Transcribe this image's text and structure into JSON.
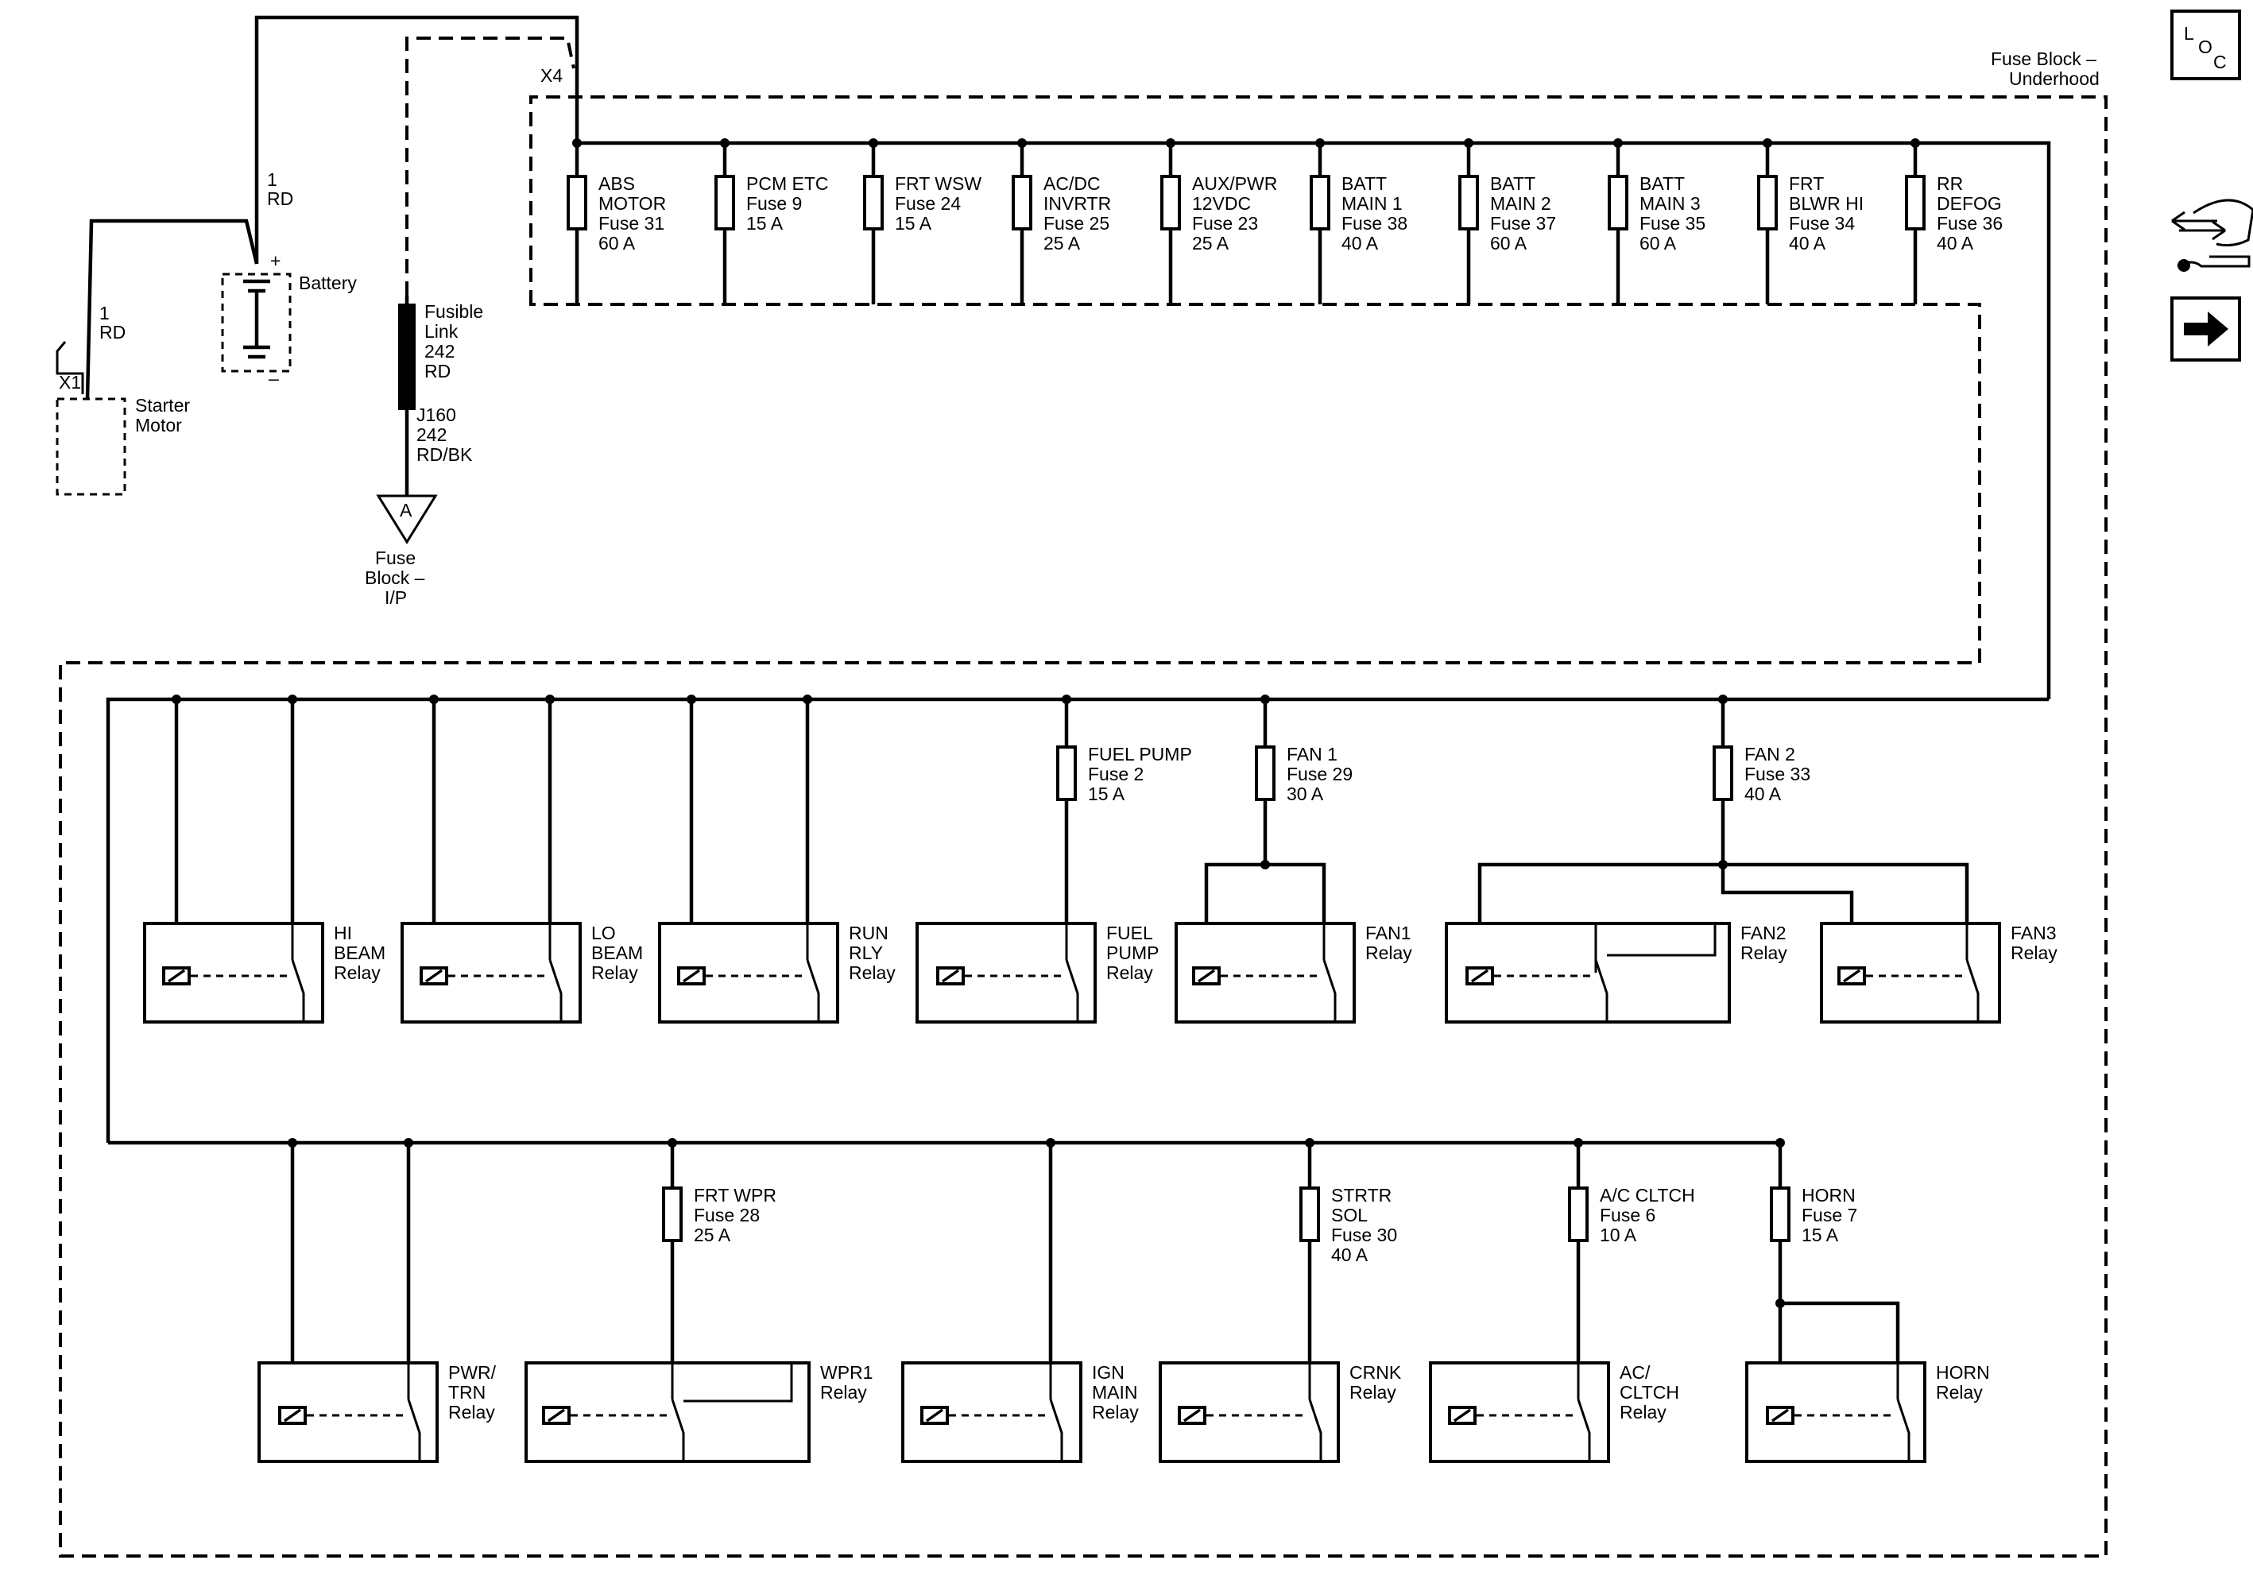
{
  "nav": {
    "loc_l": "L",
    "loc_o": "O",
    "loc_c": "C"
  },
  "labels": {
    "fuse_block_underhood": [
      "Fuse Block –",
      "Underhood"
    ],
    "x4": "X4",
    "x1": "X1",
    "battery": "Battery",
    "battery_plus": "+",
    "battery_minus": "–",
    "starter_motor": [
      "Starter",
      "Motor"
    ],
    "wire_battery": [
      "1",
      "RD"
    ],
    "wire_starter": [
      "1",
      "RD"
    ],
    "fusible_link": [
      "Fusible",
      "Link",
      "242",
      "RD"
    ],
    "splice_j160": [
      "J160",
      "242",
      "RD/BK"
    ],
    "connector_a": "A",
    "fuse_block_ip": [
      "Fuse",
      "Block –",
      "I/P"
    ]
  },
  "top_fuses": [
    {
      "lines": [
        "ABS",
        "MOTOR",
        "Fuse 31",
        "60 A"
      ]
    },
    {
      "lines": [
        "PCM ETC",
        "Fuse 9",
        "15 A"
      ]
    },
    {
      "lines": [
        "FRT WSW",
        "Fuse 24",
        "15 A"
      ]
    },
    {
      "lines": [
        "AC/DC",
        "INVRTR",
        "Fuse 25",
        "25 A"
      ]
    },
    {
      "lines": [
        "AUX/PWR",
        "12VDC",
        "Fuse 23",
        "25 A"
      ]
    },
    {
      "lines": [
        "BATT",
        "MAIN 1",
        "Fuse 38",
        "40 A"
      ]
    },
    {
      "lines": [
        "BATT",
        "MAIN 2",
        "Fuse 37",
        "60 A"
      ]
    },
    {
      "lines": [
        "BATT",
        "MAIN 3",
        "Fuse 35",
        "60 A"
      ]
    },
    {
      "lines": [
        "FRT",
        "BLWR HI",
        "Fuse 34",
        "40 A"
      ]
    },
    {
      "lines": [
        "RR",
        "DEFOG",
        "Fuse 36",
        "40 A"
      ]
    }
  ],
  "mid_fuses": [
    {
      "lines": [
        "FUEL PUMP",
        "Fuse 2",
        "15 A"
      ]
    },
    {
      "lines": [
        "FAN 1",
        "Fuse 29",
        "30 A"
      ]
    },
    {
      "lines": [
        "FAN 2",
        "Fuse 33",
        "40 A"
      ]
    }
  ],
  "mid_relays": [
    {
      "lines": [
        "HI",
        "BEAM",
        "Relay"
      ]
    },
    {
      "lines": [
        "LO",
        "BEAM",
        "Relay"
      ]
    },
    {
      "lines": [
        "RUN",
        "RLY",
        "Relay"
      ]
    },
    {
      "lines": [
        "FUEL",
        "PUMP",
        "Relay"
      ]
    },
    {
      "lines": [
        "FAN1",
        "Relay"
      ]
    },
    {
      "lines": [
        "FAN2",
        "Relay"
      ]
    },
    {
      "lines": [
        "FAN3",
        "Relay"
      ]
    }
  ],
  "bot_fuses": [
    {
      "lines": [
        "FRT WPR",
        "Fuse 28",
        "25 A"
      ]
    },
    {
      "lines": [
        "STRTR",
        "SOL",
        "Fuse 30",
        "40 A"
      ]
    },
    {
      "lines": [
        "A/C CLTCH",
        "Fuse 6",
        "10 A"
      ]
    },
    {
      "lines": [
        "HORN",
        "Fuse 7",
        "15 A"
      ]
    }
  ],
  "bot_relays": [
    {
      "lines": [
        "PWR/",
        "TRN",
        "Relay"
      ]
    },
    {
      "lines": [
        "WPR1",
        "Relay"
      ]
    },
    {
      "lines": [
        "IGN",
        "MAIN",
        "Relay"
      ]
    },
    {
      "lines": [
        "CRNK",
        "Relay"
      ]
    },
    {
      "lines": [
        "AC/",
        "CLTCH",
        "Relay"
      ]
    },
    {
      "lines": [
        "HORN",
        "Relay"
      ]
    }
  ]
}
